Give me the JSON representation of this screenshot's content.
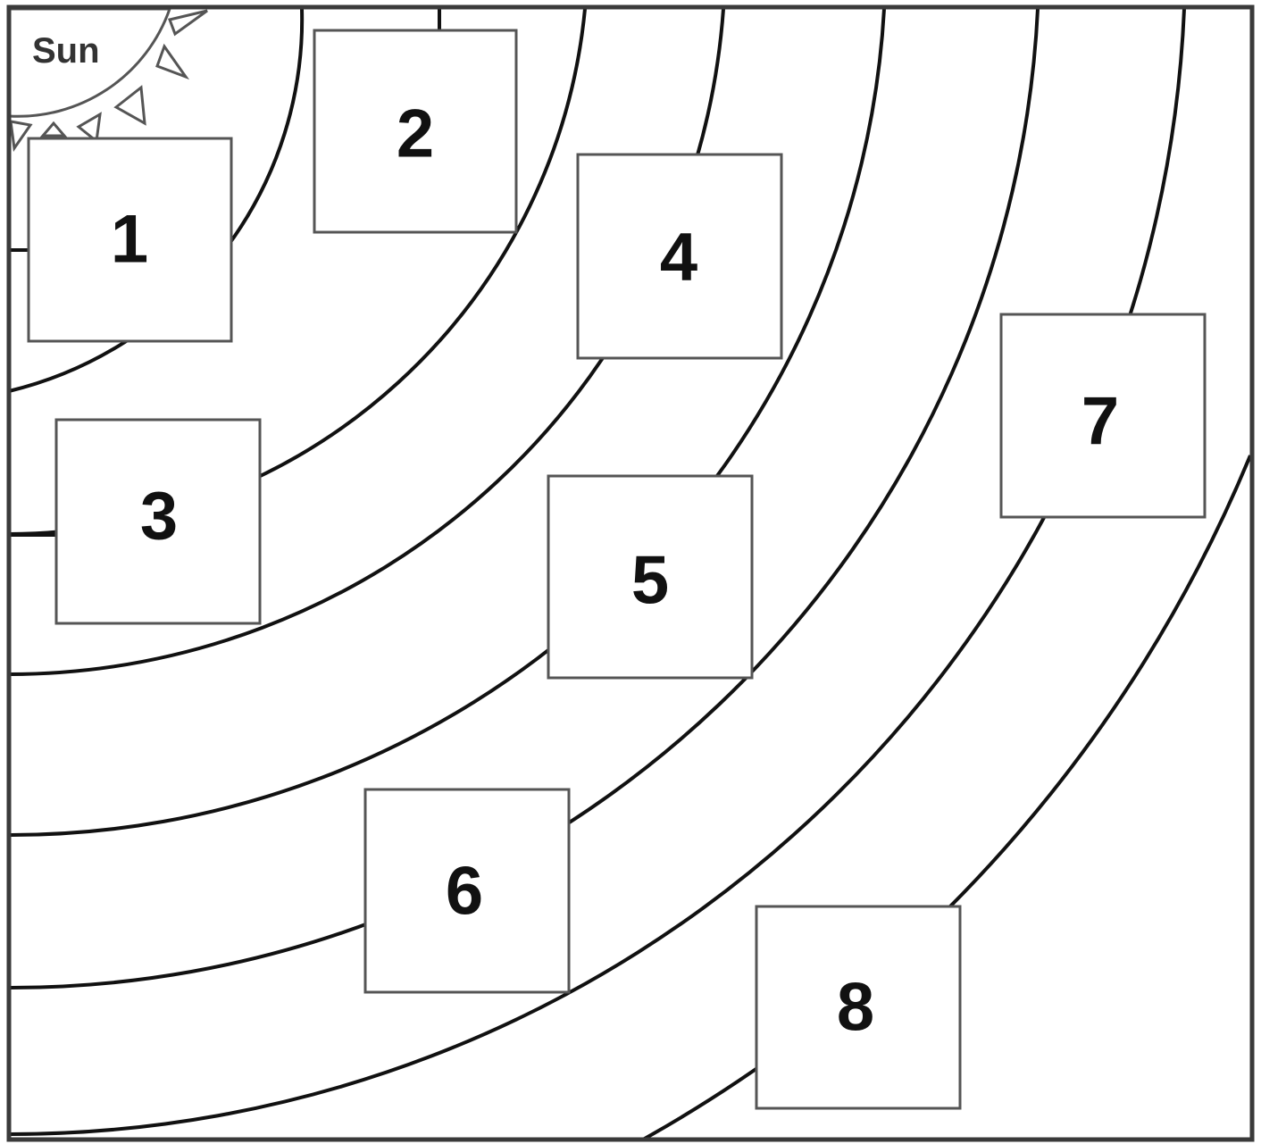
{
  "sun": {
    "label": "Sun"
  },
  "planet_boxes": [
    {
      "number": "1"
    },
    {
      "number": "2"
    },
    {
      "number": "3"
    },
    {
      "number": "4"
    },
    {
      "number": "5"
    },
    {
      "number": "6"
    },
    {
      "number": "7"
    },
    {
      "number": "8"
    }
  ]
}
